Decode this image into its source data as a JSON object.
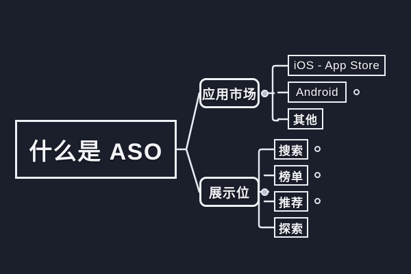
{
  "diagram": {
    "title": "什么是 ASO",
    "background_color": "#1b1e2b",
    "stroke_color": "#eef1f6",
    "root": {
      "label": "什么是 ASO"
    },
    "branches": [
      {
        "label": "应用市场",
        "children": [
          {
            "label": "iOS - App Store",
            "has_marker": false
          },
          {
            "label": "Android",
            "has_marker": true
          },
          {
            "label": "其他",
            "has_marker": false
          }
        ]
      },
      {
        "label": "展示位",
        "children": [
          {
            "label": "搜索",
            "has_marker": true
          },
          {
            "label": "榜单",
            "has_marker": true
          },
          {
            "label": "推荐",
            "has_marker": true
          },
          {
            "label": "探索",
            "has_marker": false
          }
        ]
      }
    ]
  }
}
